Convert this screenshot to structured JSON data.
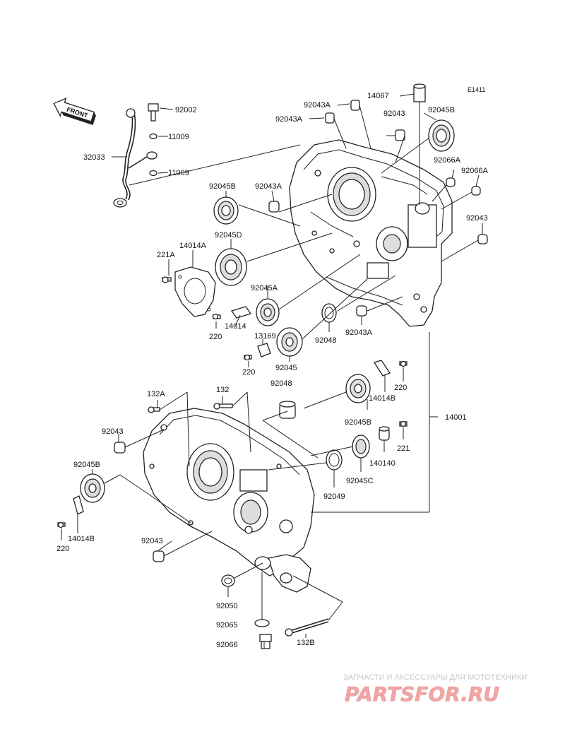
{
  "diagram": {
    "code": "E1411",
    "front_label": "FRONT",
    "labels": {
      "p92002": "92002",
      "p11009a": "11009",
      "p11009b": "11009",
      "p32033": "32033",
      "p92043a_1": "92043A",
      "p92043a_2": "92043A",
      "p14067": "14067",
      "p92043_top": "92043",
      "p92045b_top": "92045B",
      "p92066a_1": "92066A",
      "p92066a_2": "92066A",
      "p92045b_l": "92045B",
      "p92043a_3": "92043A",
      "p92043_r": "92043",
      "p92045d": "92045D",
      "p14014a": "14014A",
      "p221a": "221A",
      "p92045a": "92045A",
      "p14014": "14014",
      "p220_a": "220",
      "p13169": "13169",
      "p92048_a": "92048",
      "p92043a_4": "92043A",
      "p220_b": "220",
      "p92045": "92045",
      "p92048_b": "92048",
      "p220_c": "220",
      "p14014b_r": "14014B",
      "p132a": "132A",
      "p132": "132",
      "p92045b_m": "92045B",
      "p14001": "14001",
      "p92043_l": "92043",
      "p221": "221",
      "p140140": "140140",
      "p92045b_ll": "92045B",
      "p92045c": "92045C",
      "p92049": "92049",
      "p14014b_l": "14014B",
      "p220_d": "220",
      "p92043_b": "92043",
      "p92050": "92050",
      "p92065": "92065",
      "p92066": "92066",
      "p132b": "132B"
    }
  },
  "watermark": {
    "tagline": "ЗАПЧАСТИ И АКСЕССУАРЫ ДЛЯ МОТОТЕХНИКИ",
    "logo_text": "PARTSFOR.RU"
  }
}
